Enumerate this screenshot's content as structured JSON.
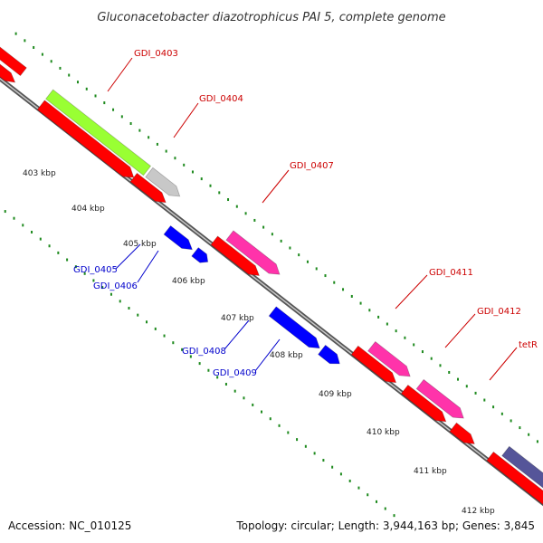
{
  "title": "Gluconacetobacter diazotrophicus PAI 5, complete genome",
  "footer": {
    "accession": "Accession: NC_010125",
    "summary": "Topology: circular; Length: 3,944,163 bp; Genes: 3,845"
  },
  "colors": {
    "backbone": "#808080",
    "ruler_dots": "#1e8a1e",
    "forward_label": "#cc0000",
    "reverse_label": "#0000cc"
  },
  "ticks": [
    "403 kbp",
    "404 kbp",
    "405 kbp",
    "406 kbp",
    "407 kbp",
    "408 kbp",
    "409 kbp",
    "410 kbp",
    "411 kbp",
    "412 kbp"
  ],
  "labels_forward": [
    "GDI_0403",
    "GDI_0404",
    "GDI_0407",
    "GDI_0411",
    "GDI_0412",
    "tetR"
  ],
  "labels_reverse": [
    "GDI_0405",
    "GDI_0406",
    "GDI_0408",
    "GDI_0409"
  ],
  "legend_colors": {
    "cog_green": "#99ff33",
    "cog_grey": "#c8c8c8",
    "cog_pink": "#ff33aa",
    "cog_purple": "#555599",
    "cds_forward": "#ff0000",
    "cds_reverse": "#0000ff"
  }
}
